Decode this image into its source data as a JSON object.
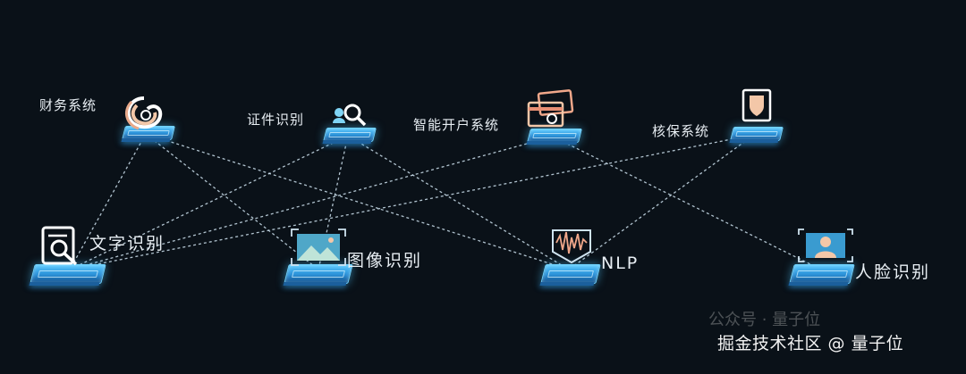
{
  "top_nodes": [
    {
      "id": "finance",
      "label": "财务系统",
      "icon": "finance-swirl-icon"
    },
    {
      "id": "id_doc",
      "label": "证件识别",
      "icon": "id-search-icon"
    },
    {
      "id": "account",
      "label": "智能开户系统",
      "icon": "bank-card-icon"
    },
    {
      "id": "underwriting",
      "label": "核保系统",
      "icon": "shield-icon"
    }
  ],
  "bottom_nodes": [
    {
      "id": "text",
      "label": "文字识别",
      "icon": "document-search-icon"
    },
    {
      "id": "image",
      "label": "图像识别",
      "icon": "image-icon"
    },
    {
      "id": "nlp",
      "label": "NLP",
      "icon": "waveform-icon"
    },
    {
      "id": "face",
      "label": "人脸识别",
      "icon": "face-portrait-icon"
    }
  ],
  "connections": [
    [
      "finance",
      "text"
    ],
    [
      "finance",
      "nlp"
    ],
    [
      "finance",
      "image"
    ],
    [
      "id_doc",
      "text"
    ],
    [
      "id_doc",
      "image"
    ],
    [
      "id_doc",
      "nlp"
    ],
    [
      "account",
      "text"
    ],
    [
      "account",
      "face"
    ],
    [
      "underwriting",
      "text"
    ],
    [
      "underwriting",
      "nlp"
    ]
  ],
  "watermark": {
    "ghost_text": "公众号 · 量子位",
    "text": "掘金技术社区 @ 量子位"
  },
  "colors": {
    "background": "#0a1118",
    "platform": "#3aa8f0",
    "line": "#cfe3f0"
  }
}
